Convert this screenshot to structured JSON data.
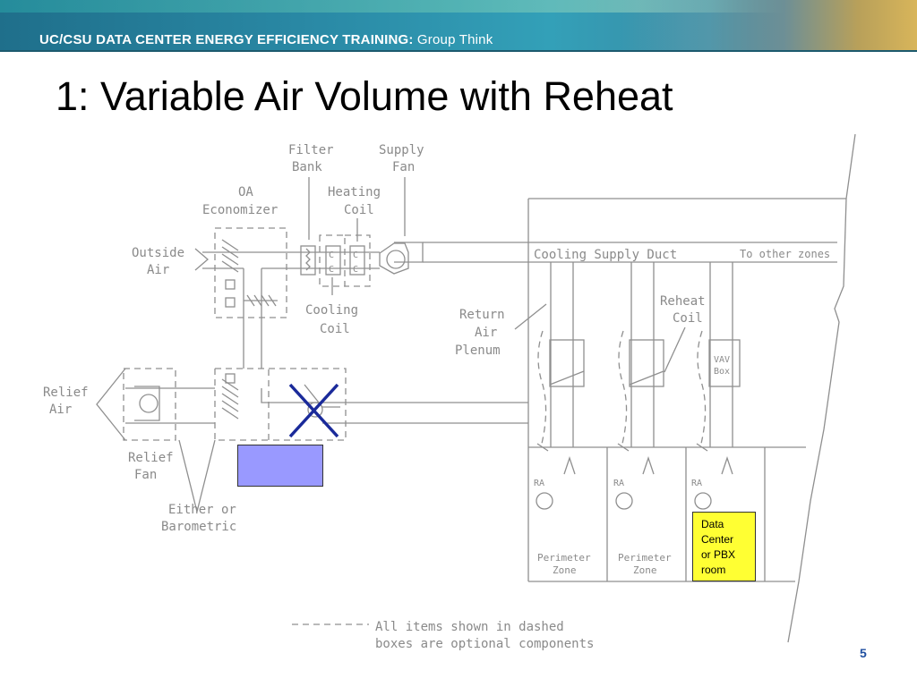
{
  "header": {
    "banner_title_bold": "UC/CSU DATA CENTER ENERGY EFFICIENCY TRAINING:",
    "banner_title_light": " Group Think",
    "page_title": "1: Variable Air Volume with Reheat"
  },
  "diagram": {
    "labels": {
      "filter_bank": [
        "Filter",
        "Bank"
      ],
      "supply_fan": [
        "Supply",
        "Fan"
      ],
      "oa_economizer": [
        "OA",
        "Economizer"
      ],
      "heating_coil": [
        "Heating",
        "Coil"
      ],
      "outside_air": [
        "Outside",
        "Air"
      ],
      "cooling_coil": [
        "Cooling",
        "Coil"
      ],
      "cooling_supply_duct": "Cooling Supply Duct",
      "to_other_zones": "To other zones",
      "return_air_plenum": [
        "Return",
        "Air",
        "Plenum"
      ],
      "reheat_coil": [
        "Reheat",
        "Coil"
      ],
      "vav_box": [
        "VAV",
        "Box"
      ],
      "relief_air": [
        "Relief",
        "Air"
      ],
      "relief_fan": [
        "Relief",
        "Fan"
      ],
      "either_or_barometric": [
        "Either or",
        "Barometric"
      ],
      "ra": "RA",
      "perimeter_zone": [
        "Perimeter",
        "Zone"
      ],
      "coil_letter_c": "C",
      "note": [
        "All items shown in dashed",
        "boxes are optional components"
      ]
    },
    "room_box": [
      "Data",
      "Center",
      "or PBX",
      "room"
    ],
    "colors": {
      "room_box": "#ffff33",
      "blue_rect": "#9999ff",
      "x_mark": "#1a2a9a"
    }
  },
  "footer": {
    "page_number": "5"
  }
}
